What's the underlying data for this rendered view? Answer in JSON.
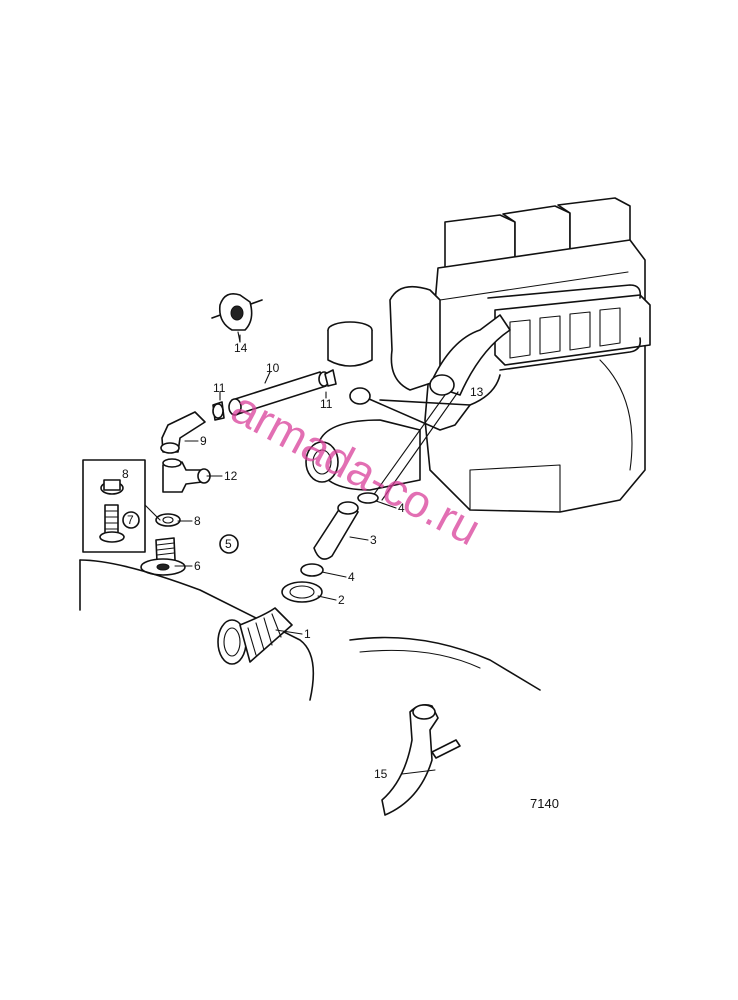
{
  "diagram": {
    "callouts": [
      {
        "id": "c1",
        "text": "1"
      },
      {
        "id": "c2",
        "text": "2"
      },
      {
        "id": "c3",
        "text": "3"
      },
      {
        "id": "c4a",
        "text": "4"
      },
      {
        "id": "c4b",
        "text": "4"
      },
      {
        "id": "c5",
        "text": "5"
      },
      {
        "id": "c6",
        "text": "6"
      },
      {
        "id": "c7",
        "text": "7"
      },
      {
        "id": "c8a",
        "text": "8"
      },
      {
        "id": "c8b",
        "text": "8"
      },
      {
        "id": "c9",
        "text": "9"
      },
      {
        "id": "c10",
        "text": "10"
      },
      {
        "id": "c11a",
        "text": "11"
      },
      {
        "id": "c11b",
        "text": "11"
      },
      {
        "id": "c12",
        "text": "12"
      },
      {
        "id": "c13",
        "text": "13"
      },
      {
        "id": "c14",
        "text": "14"
      },
      {
        "id": "c15",
        "text": "15"
      }
    ],
    "reference_number": "7140",
    "watermark": "armada-co.ru",
    "colors": {
      "line": "#111111",
      "watermark": "#d9409a",
      "background": "#ffffff"
    }
  }
}
